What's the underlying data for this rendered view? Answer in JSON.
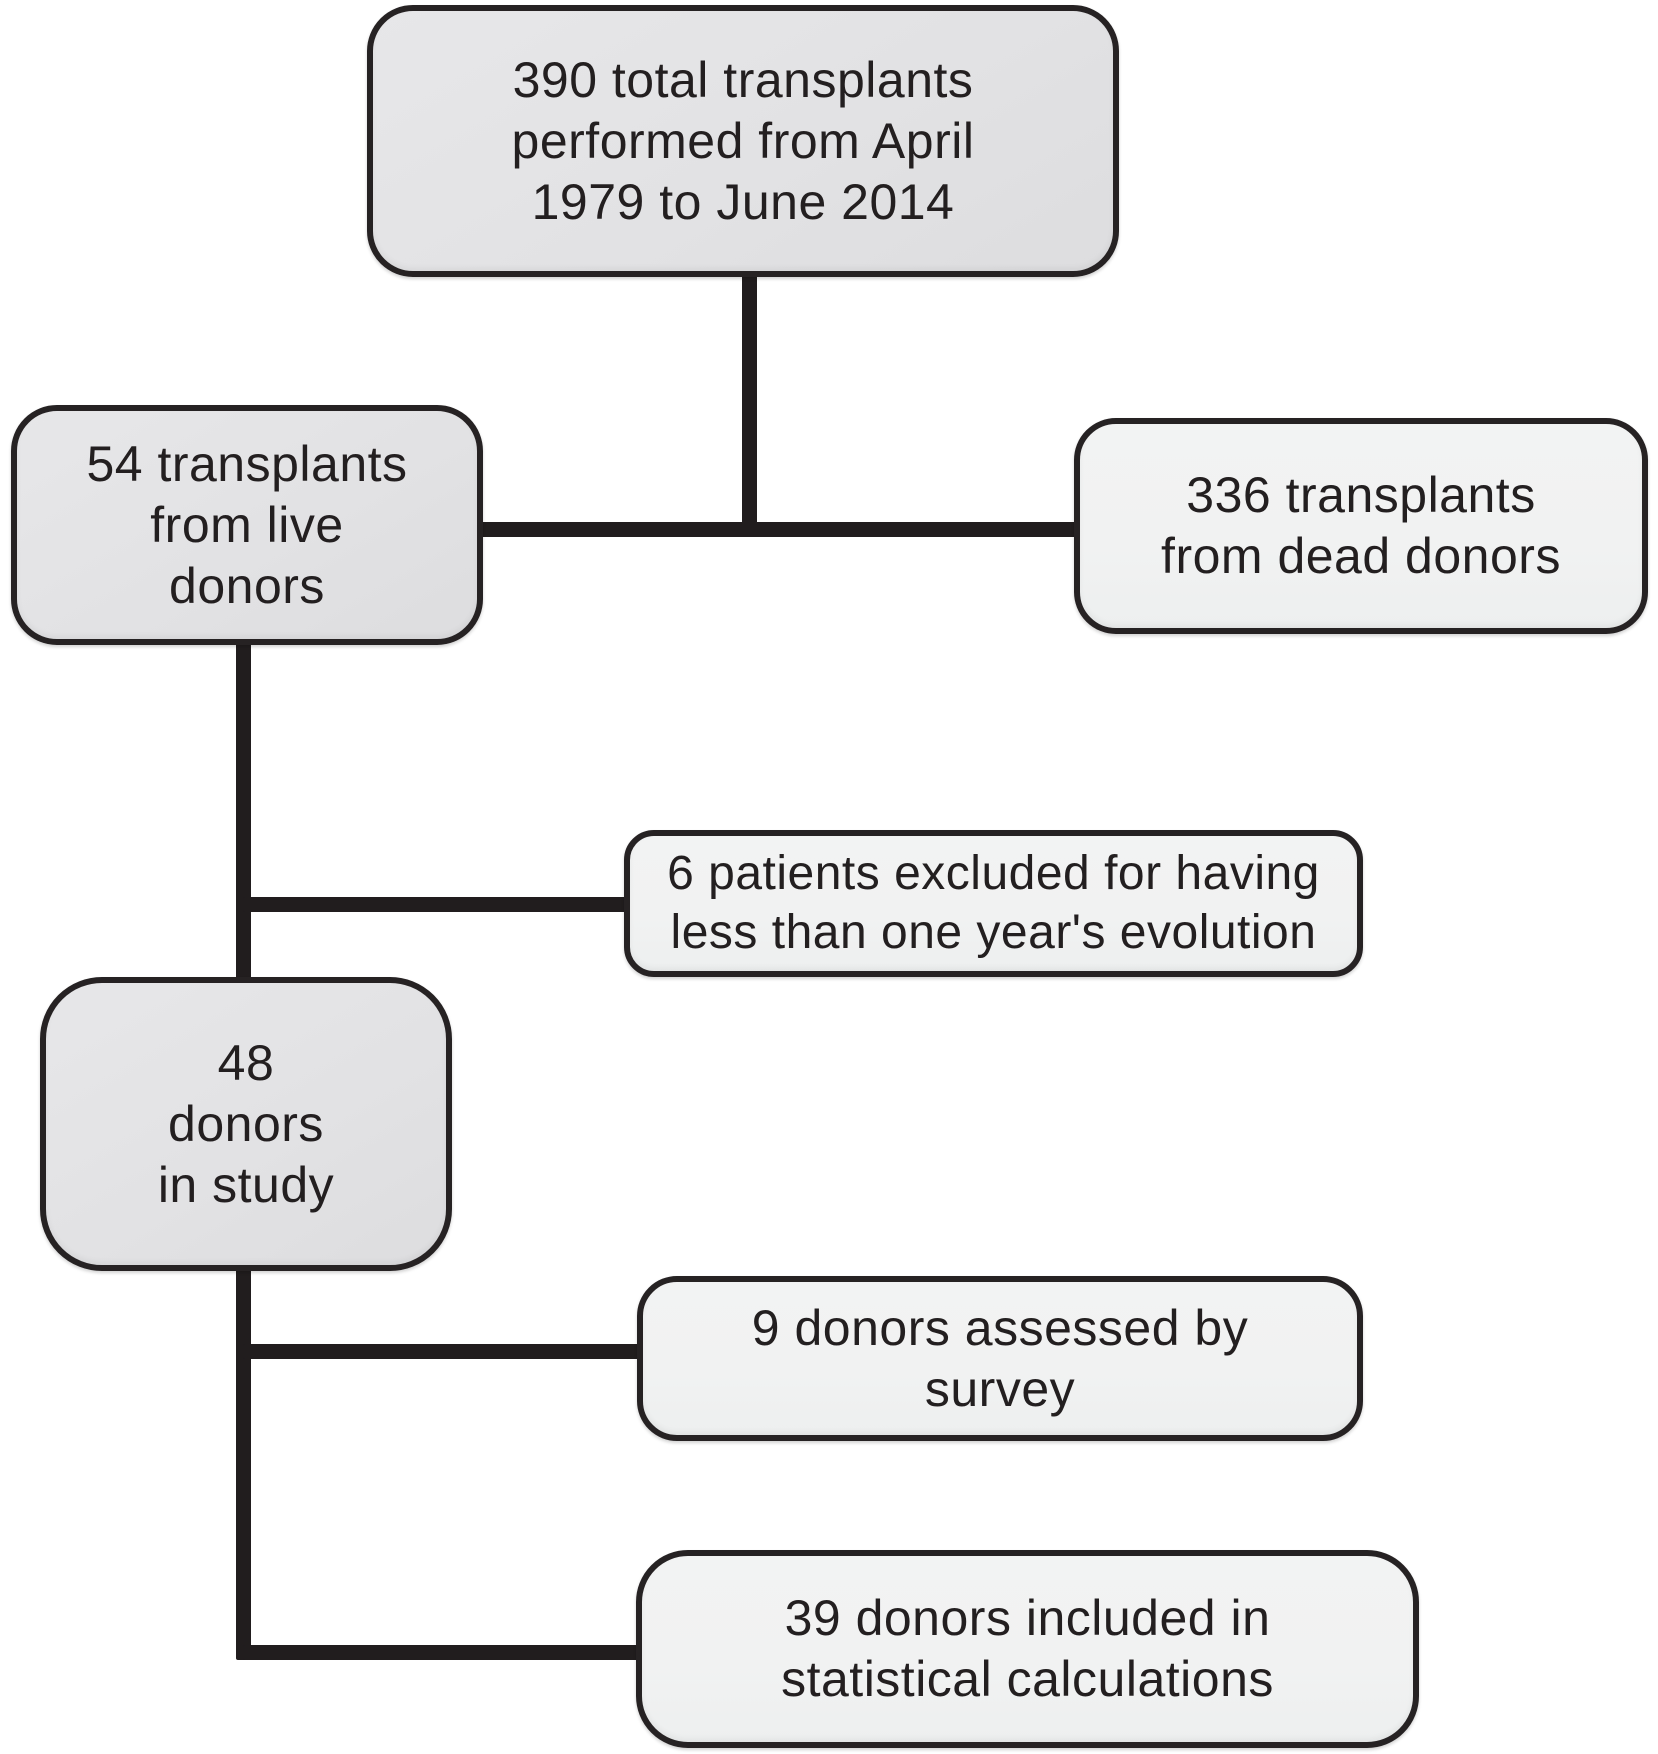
{
  "diagram": {
    "type": "flowchart",
    "background": "#ffffff",
    "colors": {
      "node_fill_primary": "#e2e2e4",
      "node_fill_secondary": "#f1f2f2",
      "node_border": "#262223",
      "connector": "#211d1e",
      "text": "#231f20"
    },
    "nodes": [
      {
        "id": "total",
        "label": "390 total transplants\nperformed from April\n1979 to June 2014"
      },
      {
        "id": "live",
        "label": "54 transplants\nfrom live\ndonors"
      },
      {
        "id": "dead",
        "label": "336 transplants\nfrom dead donors"
      },
      {
        "id": "excluded",
        "label": "6 patients excluded for having\nless than one year's evolution"
      },
      {
        "id": "study",
        "label": "48\ndonors\nin study"
      },
      {
        "id": "survey",
        "label": "9 donors assessed by\nsurvey"
      },
      {
        "id": "stats",
        "label": "39 donors included in\nstatistical calculations"
      }
    ],
    "edges": [
      {
        "from": "total",
        "to": "live"
      },
      {
        "from": "total",
        "to": "dead"
      },
      {
        "from": "live",
        "to": "excluded"
      },
      {
        "from": "live",
        "to": "study"
      },
      {
        "from": "study",
        "to": "survey"
      },
      {
        "from": "study",
        "to": "stats"
      }
    ]
  }
}
